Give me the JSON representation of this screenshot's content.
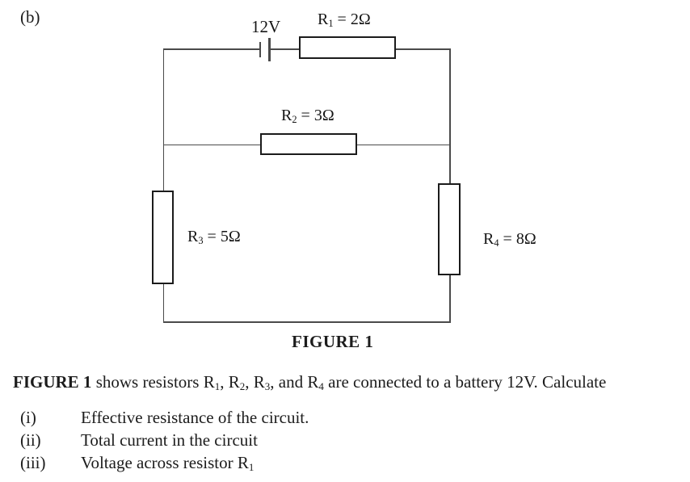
{
  "page": {
    "part_label": "(b)"
  },
  "figure": {
    "caption": "FIGURE 1",
    "battery_label": "12V",
    "resistors": {
      "r1": {
        "base": "R",
        "sub": "1",
        "rest": " = 2Ω"
      },
      "r2": {
        "base": "R",
        "sub": "2",
        "rest": " = 3Ω"
      },
      "r3": {
        "base": "R",
        "sub": "3",
        "rest": " = 5Ω"
      },
      "r4": {
        "base": "R",
        "sub": "4",
        "rest": " = 8Ω"
      }
    }
  },
  "paragraph": {
    "lead_bold": "FIGURE 1",
    "seg1": " shows resistors R",
    "sub1": "1",
    "seg2": ", R",
    "sub2": "2",
    "seg3": ", R",
    "sub3": "3",
    "seg4": ", and R",
    "sub4": "4",
    "seg5": " are connected to a battery 12V. Calculate"
  },
  "questions": [
    {
      "num": "(i)",
      "text": "Effective resistance of the circuit."
    },
    {
      "num": "(ii)",
      "text": "Total current in the circuit"
    },
    {
      "num": "(iii)",
      "text": "Voltage across resistor R",
      "sub": "1"
    }
  ]
}
